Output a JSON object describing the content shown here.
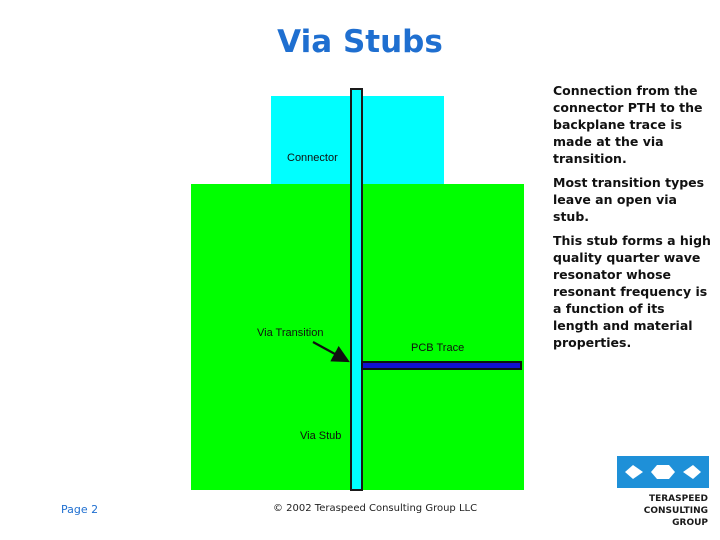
{
  "slide": {
    "title": "Via Stubs"
  },
  "diagram": {
    "labels": {
      "connector": "Connector",
      "via_transition": "Via Transition",
      "pcb_trace": "PCB Trace",
      "via_stub": "Via Stub"
    },
    "colors": {
      "board": "#00ff00",
      "connector": "#00ffff",
      "via": "#00ffff",
      "trace": "#1010d0"
    }
  },
  "sidebar": {
    "paragraphs": [
      "Connection from the connector PTH to the backplane trace is made at the via transition.",
      "Most transition types leave an open via stub.",
      "This stub forms a high quality quarter wave resonator whose resonant frequency is a function of its length and material properties."
    ]
  },
  "footer": {
    "page": "Page 2",
    "copyright": "© 2002 Teraspeed Consulting Group LLC"
  },
  "logo": {
    "line1": "TERASPEED",
    "line2": "CONSULTING",
    "line3": "GROUP",
    "color": "#1e90d8"
  }
}
